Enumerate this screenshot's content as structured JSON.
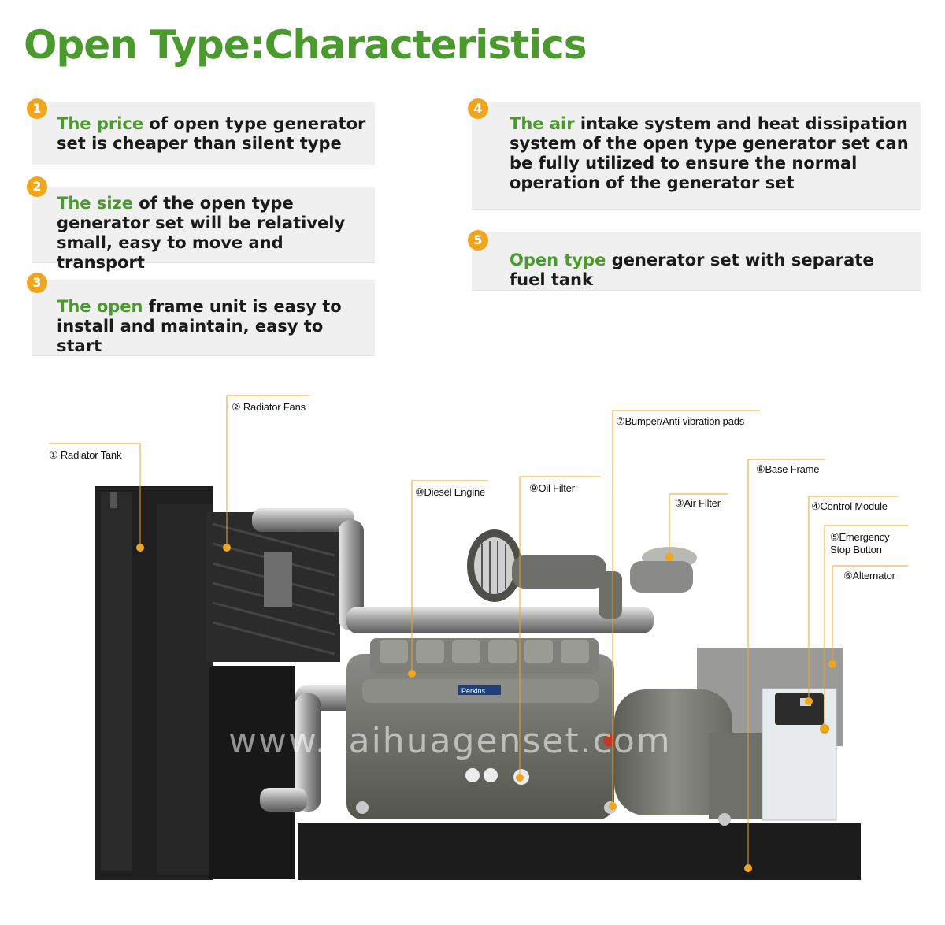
{
  "title": "Open Type:Characteristics",
  "accent_color": "#4a9a2e",
  "badge_color": "#f2a51a",
  "features": [
    {
      "num": "1",
      "highlight": "The price",
      "text": " of open type generator set is cheaper than silent type"
    },
    {
      "num": "2",
      "highlight": "The size",
      "text": " of the open type generator set will be relatively small, easy to move and transport"
    },
    {
      "num": "3",
      "highlight": "The open",
      "text": " frame unit is easy to install and maintain, easy to start"
    },
    {
      "num": "4",
      "highlight": "The air",
      "text": " intake system and heat dissipation system of the open type generator set can be fully utilized to ensure the normal operation of the generator set"
    },
    {
      "num": "5",
      "highlight": "Open type",
      "text": " generator set with separate fuel tank"
    }
  ],
  "components": {
    "radiator_tank": "① Radiator Tank",
    "radiator_fans": "② Radiator Fans",
    "air_filter": "③Air Filter",
    "control_module": "④Control Module",
    "emergency_stop": "⑤Emergency Stop Button",
    "alternator": "⑥Alternator",
    "bumper": "⑦Bumper/Anti-vibration pads",
    "base_frame": "⑧Base Frame",
    "oil_filter": "⑨Oil Filter",
    "diesel_engine": "⑩Diesel Engine"
  },
  "engine_brand": "Perkins",
  "watermark": "www.kaihuagenset.com"
}
